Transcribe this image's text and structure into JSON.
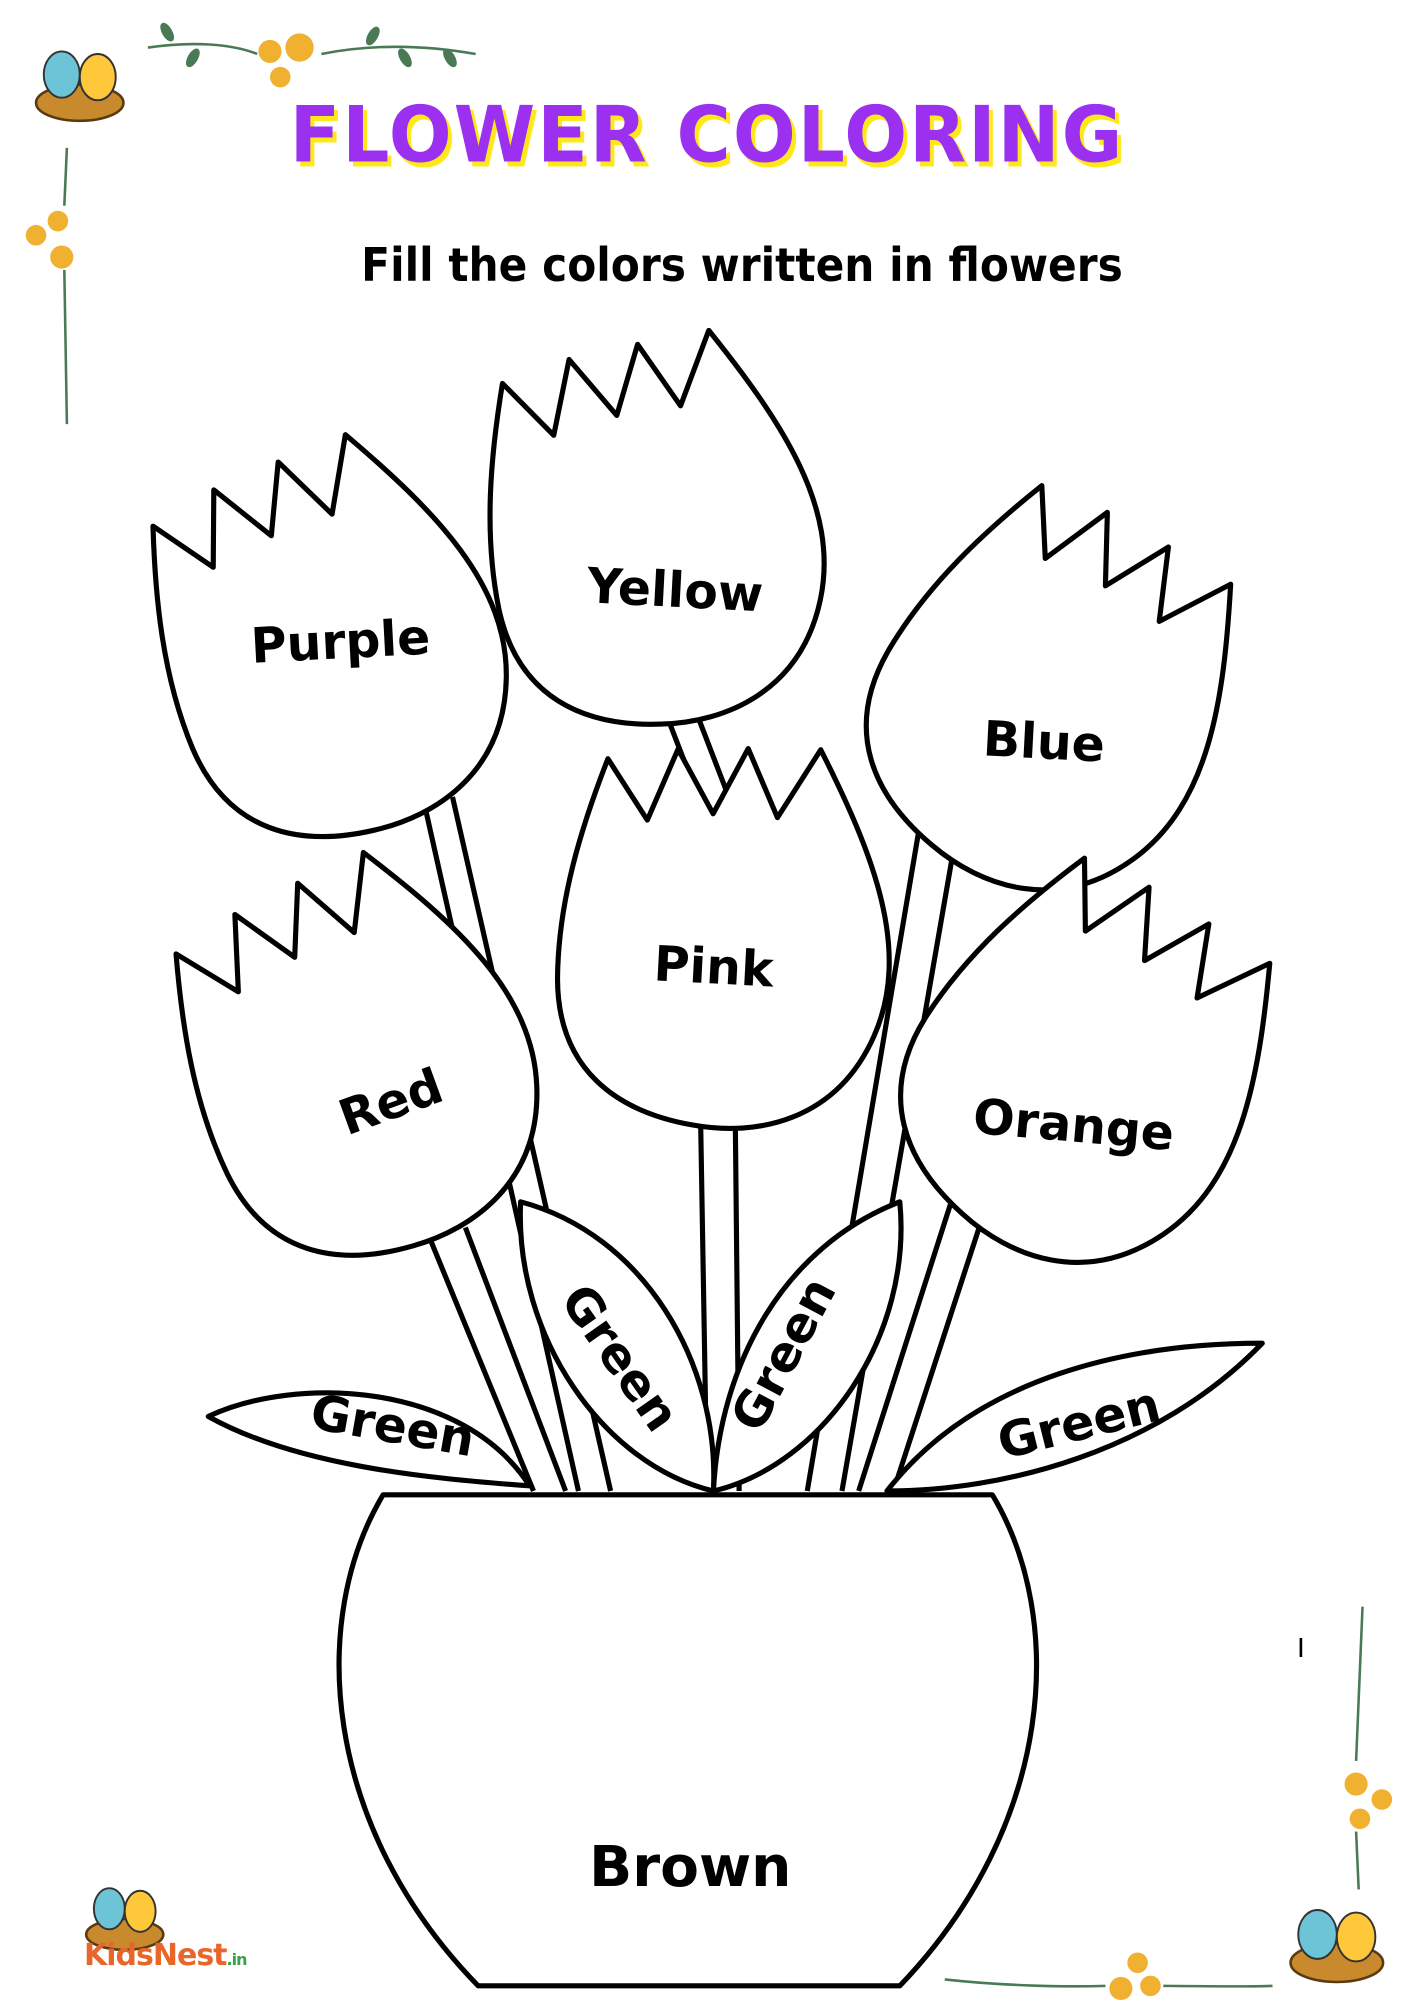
{
  "title": "FLOWER COLORING",
  "subtitle": "Fill the colors written in flowers",
  "flowers": {
    "purple": "Purple",
    "yellow": "Yellow",
    "blue": "Blue",
    "pink": "Pink",
    "red": "Red",
    "orange": "Orange"
  },
  "leaves": [
    "Green",
    "Green",
    "Green",
    "Green"
  ],
  "pot": "Brown",
  "stray_mark": "I",
  "logo": {
    "name": "KidsNest",
    "suffix": ".in"
  },
  "colors": {
    "title": "#9b30f0",
    "title_shadow": "#ffe81a",
    "vine": "#4a7a55",
    "flower_deco": "#f0b030",
    "bird_blue": "#6cc4d6",
    "bird_yellow": "#ffc83a",
    "nest": "#c98a2e"
  }
}
